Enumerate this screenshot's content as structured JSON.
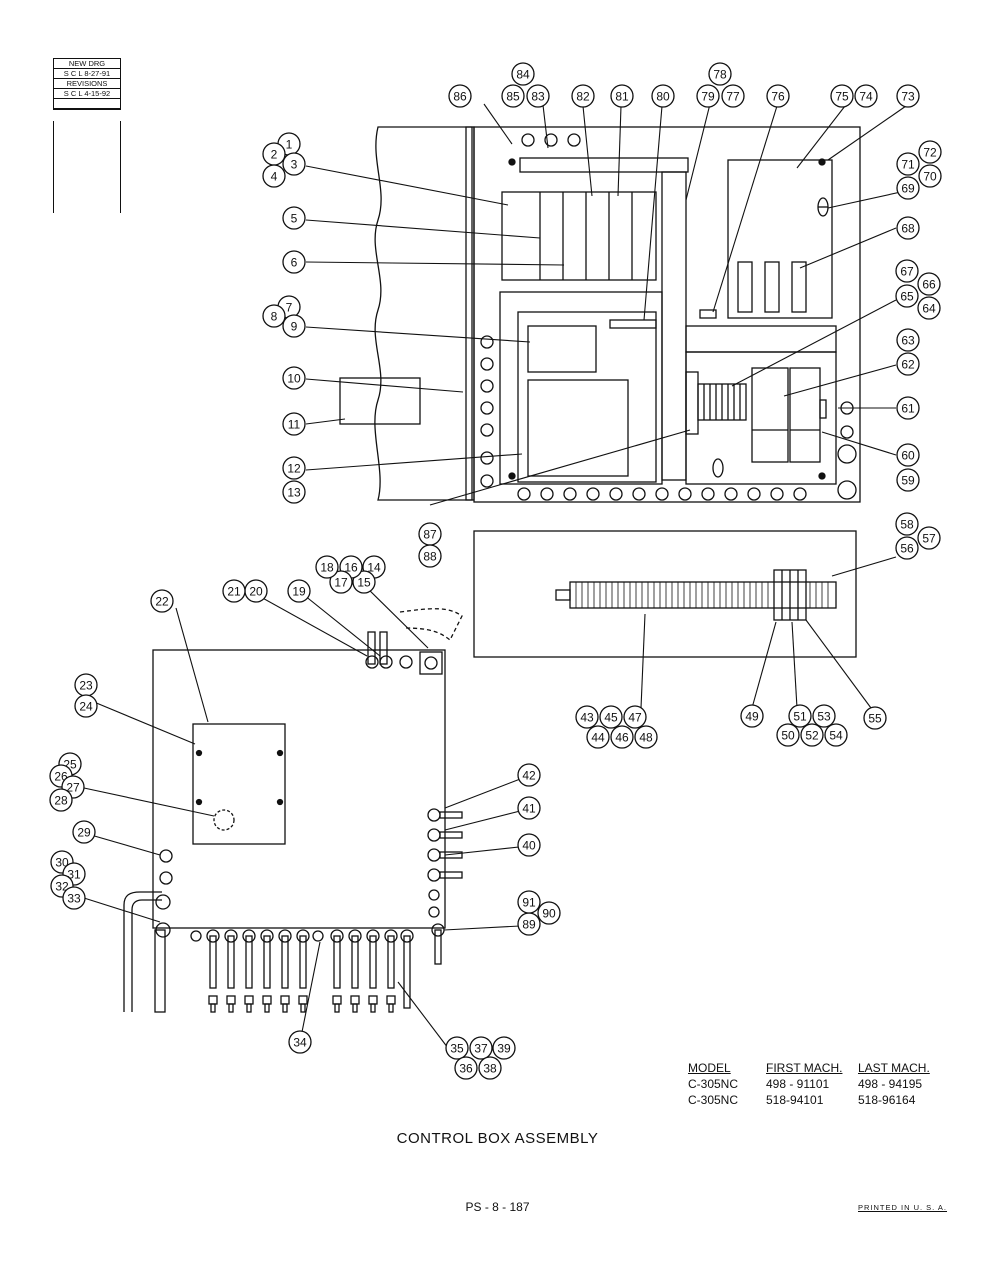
{
  "revision_block": {
    "new_drg_label": "NEW DRG",
    "new_drg_value": "S C L 8-27-91",
    "revisions_label": "REVISIONS",
    "revision_1": "S C L 4-15-92"
  },
  "callouts": [
    "1",
    "2",
    "3",
    "4",
    "5",
    "6",
    "7",
    "8",
    "9",
    "10",
    "11",
    "12",
    "13",
    "14",
    "15",
    "16",
    "17",
    "18",
    "19",
    "20",
    "21",
    "22",
    "23",
    "24",
    "25",
    "26",
    "27",
    "28",
    "29",
    "30",
    "31",
    "32",
    "33",
    "34",
    "35",
    "36",
    "37",
    "38",
    "39",
    "40",
    "41",
    "42",
    "43",
    "44",
    "45",
    "46",
    "47",
    "48",
    "49",
    "50",
    "51",
    "52",
    "53",
    "54",
    "55",
    "56",
    "57",
    "58",
    "59",
    "60",
    "61",
    "62",
    "63",
    "64",
    "65",
    "66",
    "67",
    "68",
    "69",
    "70",
    "71",
    "72",
    "73",
    "74",
    "75",
    "76",
    "77",
    "78",
    "79",
    "80",
    "81",
    "82",
    "83",
    "84",
    "85",
    "86",
    "87",
    "88",
    "89",
    "90",
    "91"
  ],
  "model_table": {
    "headers": [
      "MODEL",
      "FIRST MACH.",
      "LAST MACH."
    ],
    "rows": [
      [
        "C-305NC",
        "498 - 91101",
        "498 - 94195"
      ],
      [
        "C-305NC",
        "518-94101",
        "518-96164"
      ]
    ]
  },
  "caption": "CONTROL BOX ASSEMBLY",
  "page_number": "PS - 8 - 187",
  "printed_note": "PRINTED IN U. S. A."
}
